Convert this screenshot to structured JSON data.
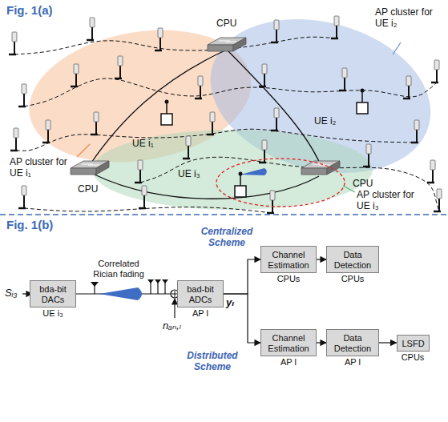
{
  "diagram": {
    "nodes": [
      {
        "text": [
          "bda-bit DACs",
          "UE i₃"
        ]
      },
      {
        "text": [
          "bad-bit ADCs",
          "AP l"
        ]
      },
      {
        "text": [
          "Channel Estimation",
          "CPUs"
        ]
      },
      {
        "text": [
          "Data Detection",
          "CPUs"
        ]
      },
      {
        "text": [
          "Channel Estimation",
          "AP l"
        ]
      },
      {
        "text": [
          "Data Detection",
          "AP l"
        ]
      },
      {
        "text": [
          "LSFD",
          "CPUs"
        ]
      }
    ],
    "edges": [
      {
        "from": 0,
        "to": 1,
        "arrow": "to",
        "label": "Correlated Rician fading"
      },
      {
        "from": 1,
        "to": 2,
        "arrow": "to"
      },
      {
        "from": 2,
        "to": 3,
        "arrow": "to"
      },
      {
        "from": 1,
        "to": 4,
        "arrow": "to"
      },
      {
        "from": 4,
        "to": 5,
        "arrow": "to"
      },
      {
        "from": 5,
        "to": 6,
        "arrow": "to"
      }
    ],
    "labels": [
      "Fig. 1(a)",
      "CPU",
      "AP cluster for UE i₂",
      "UE i₁",
      "UE i₂",
      "AP cluster for UE i₁",
      "CPU",
      "UE i₃",
      "CPU",
      "AP cluster for UE i₃",
      "Fig. 1(b)",
      "Sᵢ₃",
      "nₐₙ,ₗ",
      "yₗ",
      "Centralized Scheme",
      "Distributed Scheme"
    ]
  }
}
